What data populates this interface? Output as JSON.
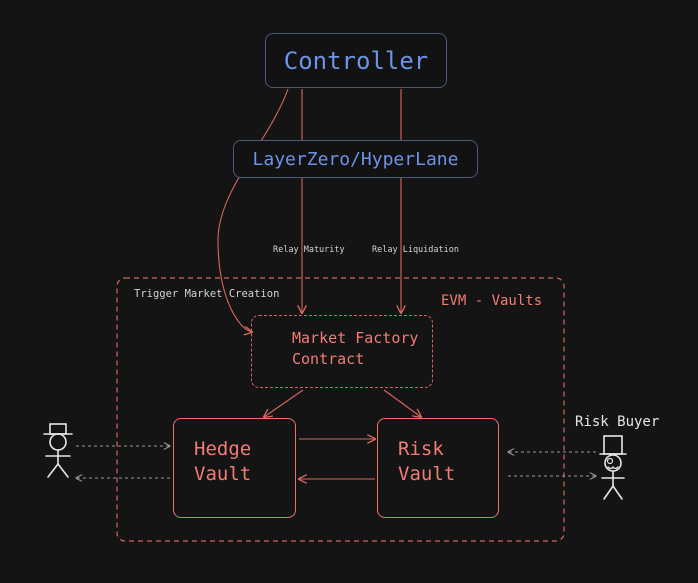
{
  "nodes": {
    "controller": "Controller",
    "layerzero": "LayerZero/HyperLane",
    "market_factory": [
      "Market Factory",
      "Contract"
    ],
    "hedge_vault": [
      "Hedge",
      "Vault"
    ],
    "risk_vault": [
      "Risk",
      "Vault"
    ]
  },
  "labels": {
    "trigger": "Trigger Market Creation",
    "evm": "EVM - Vaults",
    "relay_maturity": "Relay Maturity",
    "relay_liquidation": "Relay Liquidation",
    "risk_buyer": "Risk Buyer"
  },
  "colors": {
    "background": "#141414",
    "blue_text": "#6b93e6",
    "red_text": "#f27c74",
    "arrow": "#d7665f"
  }
}
